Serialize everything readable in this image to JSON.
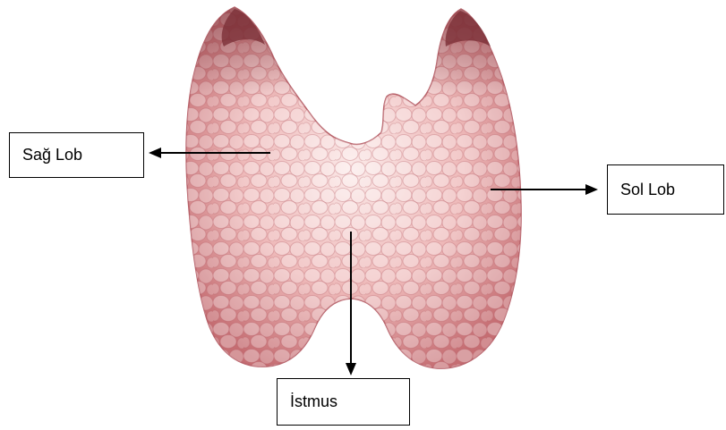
{
  "labels": {
    "right_lobe": "Sağ Lob",
    "left_lobe": "Sol Lob",
    "isthmus": "İstmus"
  },
  "colors": {
    "tissue_light": "#f7dede",
    "tissue_mid": "#e9a8aa",
    "tissue_dark": "#b85c63",
    "arrow": "#000000"
  }
}
